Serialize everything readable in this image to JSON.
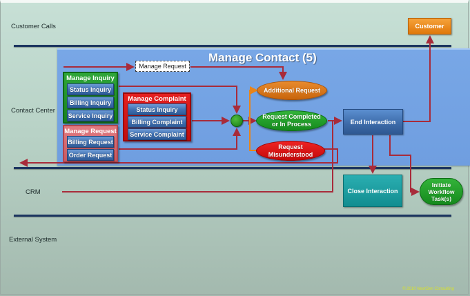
{
  "diagram": {
    "title": "Manage Contact (5)",
    "lanes": [
      {
        "label": "Customer Calls"
      },
      {
        "label": "Contact Center"
      },
      {
        "label": "CRM"
      },
      {
        "label": "External System"
      }
    ],
    "customer": {
      "label": "Customer"
    },
    "manage_request_top": {
      "label": "Manage Request"
    },
    "groups": {
      "inquiry": {
        "title": "Manage  Inquiry",
        "items": [
          "Status Inquiry",
          "Billing Inquiry",
          "Service Inquiry"
        ]
      },
      "request": {
        "title": "Manage  Request",
        "items": [
          "Billing Request",
          "Order Request"
        ]
      },
      "complaint": {
        "title": "Manage  Complaint",
        "items": [
          "Status Inquiry",
          "Billing Complaint",
          "Service Complaint"
        ]
      }
    },
    "outcomes": {
      "additional": "Additional  Request",
      "completed_line1": "Request Completed",
      "completed_line2": "or In Process",
      "misunderstood_line1": "Request",
      "misunderstood_line2": "Misunderstood"
    },
    "end_interaction": {
      "label": "End Interaction"
    },
    "close_interaction": {
      "label": "Close Interaction"
    },
    "workflow": {
      "line1": "Initiate",
      "line2": "Workflow",
      "line3": "Task(s)"
    },
    "colors": {
      "lane_line": "#1c3560",
      "connector": "#a82b3a",
      "orange_connector": "#e8841a",
      "panel": "#72a1e2"
    },
    "copyright": "© 2010 NextGen Consulting"
  }
}
